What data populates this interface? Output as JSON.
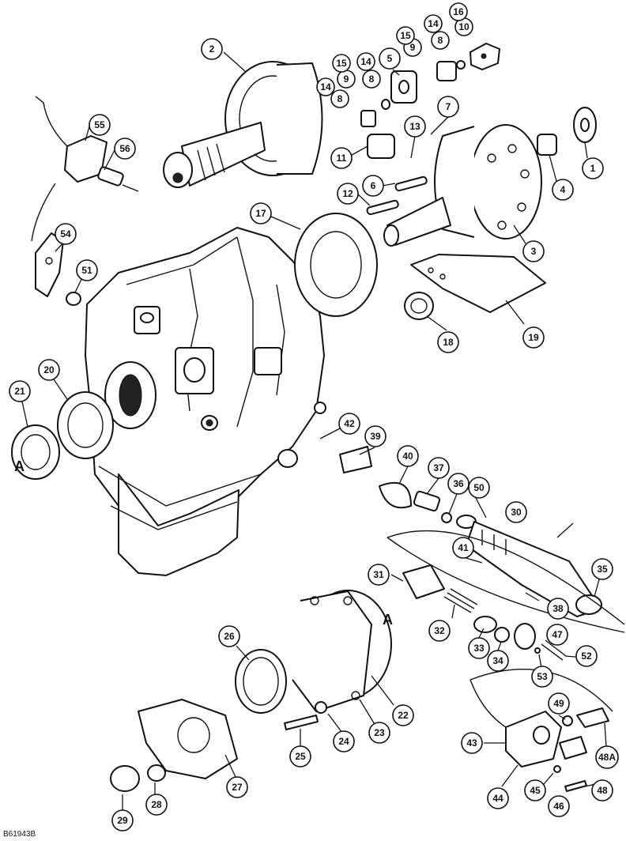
{
  "figure_id": "B61943B",
  "reference_letter": "A",
  "callouts": {
    "c1": "1",
    "c2": "2",
    "c3": "3",
    "c4": "4",
    "c5": "5",
    "c6": "6",
    "c7": "7",
    "c8a": "8",
    "c8b": "8",
    "c8c": "8",
    "c9a": "9",
    "c9b": "9",
    "c10": "10",
    "c11": "11",
    "c12": "12",
    "c13": "13",
    "c14a": "14",
    "c14b": "14",
    "c14c": "14",
    "c15a": "15",
    "c15b": "15",
    "c16": "16",
    "c17": "17",
    "c18": "18",
    "c19": "19",
    "c20": "20",
    "c21": "21",
    "c22": "22",
    "c23": "23",
    "c24": "24",
    "c25": "25",
    "c26": "26",
    "c27": "27",
    "c28": "28",
    "c29": "29",
    "c30": "30",
    "c31": "31",
    "c32": "32",
    "c33": "33",
    "c34": "34",
    "c35": "35",
    "c36": "36",
    "c37": "37",
    "c38": "38",
    "c39": "39",
    "c40": "40",
    "c41": "41",
    "c42": "42",
    "c43": "43",
    "c44": "44",
    "c45": "45",
    "c46": "46",
    "c47": "47",
    "c48": "48",
    "c48a": "48A",
    "c49": "49",
    "c50": "50",
    "c51": "51",
    "c52": "52",
    "c53": "53",
    "c54": "54",
    "c55": "55",
    "c56": "56"
  }
}
